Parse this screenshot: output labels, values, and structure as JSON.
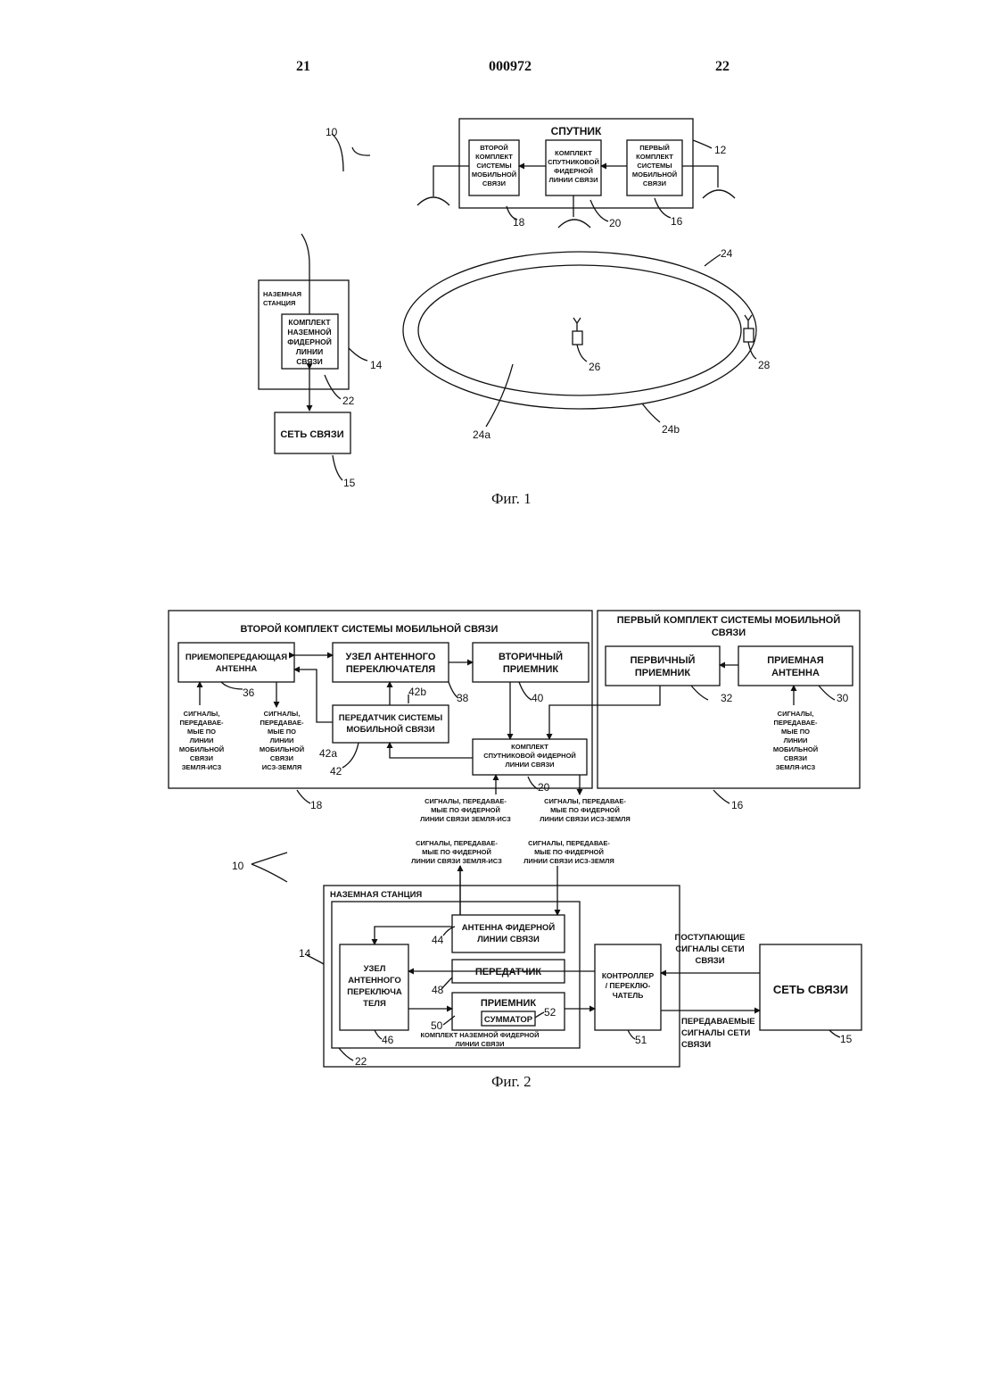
{
  "header": {
    "page_left": "21",
    "doc_number": "000972",
    "page_right": "22"
  },
  "fig1": {
    "caption": "Фиг. 1",
    "satellite_title": "СПУТНИК",
    "box_second": [
      "ВТОРОЙ",
      "КОМПЛЕКТ",
      "СИСТЕМЫ",
      "МОБИЛЬНОЙ",
      "СВЯЗИ"
    ],
    "box_feeder": [
      "КОМПЛЕКТ",
      "СПУТНИКОВОЙ",
      "ФИДЕРНОЙ",
      "ЛИНИИ СВЯЗИ"
    ],
    "box_first": [
      "ПЕРВЫЙ",
      "КОМПЛЕКТ",
      "СИСТЕМЫ",
      "МОБИЛЬНОЙ",
      "СВЯЗИ"
    ],
    "ground_title": [
      "НАЗЕМНАЯ",
      "СТАНЦИЯ"
    ],
    "ground_feeder": [
      "КОМПЛЕКТ",
      "НАЗЕМНОЙ",
      "ФИДЕРНОЙ",
      "ЛИНИИ",
      "СВЯЗИ"
    ],
    "network": "СЕТЬ  СВЯЗИ",
    "refs": {
      "r10": "10",
      "r12": "12",
      "r18": "18",
      "r20": "20",
      "r16": "16",
      "r24": "24",
      "r14": "14",
      "r22": "22",
      "r15": "15",
      "r26": "26",
      "r28": "28",
      "r24a": "24a",
      "r24b": "24b"
    }
  },
  "fig2": {
    "caption": "Фиг. 2",
    "second_kit_title": "ВТОРОЙ  КОМПЛЕКТ  СИСТЕМЫ  МОБИЛЬНОЙ  СВЯЗИ",
    "first_kit_title": [
      "ПЕРВЫЙ КОМПЛЕКТ СИСТЕМЫ МОБИЛЬНОЙ",
      "СВЯЗИ"
    ],
    "transceive_antenna": [
      "ПРИЕМОПЕРЕДАЮЩАЯ",
      "АНТЕННА"
    ],
    "antenna_switch": [
      "УЗЕЛ  АНТЕННОГО",
      "ПЕРЕКЛЮЧАТЕЛЯ"
    ],
    "secondary_receiver": [
      "ВТОРИЧНЫЙ",
      "ПРИЕМНИК"
    ],
    "primary_receiver": [
      "ПЕРВИЧНЫЙ",
      "ПРИЕМНИК"
    ],
    "receive_antenna": [
      "ПРИЕМНАЯ",
      "АНТЕННА"
    ],
    "mobile_transmitter": [
      "ПЕРЕДАТЧИК СИСТЕМЫ",
      "МОБИЛЬНОЙ СВЯЗИ"
    ],
    "sat_feeder_kit": [
      "КОМПЛЕКТ",
      "СПУТНИКОВОЙ ФИДЕРНОЙ",
      "ЛИНИИ СВЯЗИ"
    ],
    "sig_up_left": [
      "СИГНАЛЫ,",
      "ПЕРЕДАВАЕ-",
      "МЫЕ ПО",
      "ЛИНИИ",
      "МОБИЛЬНОЙ",
      "СВЯЗИ",
      "ЗЕМЛЯ-ИСЗ"
    ],
    "sig_down_left": [
      "СИГНАЛЫ,",
      "ПЕРЕДАВАЕ-",
      "МЫЕ ПО",
      "ЛИНИИ",
      "МОБИЛЬНОЙ",
      "СВЯЗИ",
      "ИСЗ-ЗЕМЛЯ"
    ],
    "sig_up_right": [
      "СИГНАЛЫ,",
      "ПЕРЕДАВАЕ-",
      "МЫЕ ПО",
      "ЛИНИИ",
      "МОБИЛЬНОЙ",
      "СВЯЗИ",
      "ЗЕМЛЯ-ИСЗ"
    ],
    "feeder_sig_up": [
      "СИГНАЛЫ, ПЕРЕДАВАЕ-",
      "МЫЕ ПО ФИДЕРНОЙ",
      "ЛИНИИ СВЯЗИ ЗЕМЛЯ-ИСЗ"
    ],
    "feeder_sig_down": [
      "СИГНАЛЫ,  ПЕРЕДАВАЕ-",
      "МЫЕ  ПО  ФИДЕРНОЙ",
      "ЛИНИИ СВЯЗИ ИСЗ-ЗЕМЛЯ"
    ],
    "ground_station_title": "НАЗЕМНАЯ СТАНЦИЯ",
    "feeder_antenna": [
      "АНТЕННА ФИДЕРНОЙ",
      "ЛИНИИ СВЯЗИ"
    ],
    "ground_switch": [
      "УЗЕЛ",
      "АНТЕННОГО",
      "ПЕРЕКЛЮЧА",
      "ТЕЛЯ"
    ],
    "transmitter": "ПЕРЕДАТЧИК",
    "receiver": "ПРИЕМНИК",
    "combiner": "СУММАТОР",
    "ground_feeder_kit": [
      "КОМПЛЕКТ  НАЗЕМНОЙ  ФИДЕРНОЙ",
      "ЛИНИИ СВЯЗИ"
    ],
    "controller": [
      "КОНТРОЛЛЕР",
      "/ ПЕРЕКЛЮ-",
      "ЧАТЕЛЬ"
    ],
    "network": "СЕТЬ СВЯЗИ",
    "incoming": [
      "ПОСТУПАЮЩИЕ",
      "СИГНАЛЫ СЕТИ",
      "СВЯЗИ"
    ],
    "outgoing": [
      "ПЕРЕДАВАЕМЫЕ",
      "СИГНАЛЫ СЕТИ",
      "СВЯЗИ"
    ],
    "refs": {
      "r10": "10",
      "r14": "14",
      "r15": "15",
      "r16": "16",
      "r18": "18",
      "r20": "20",
      "r22": "22",
      "r30": "30",
      "r32": "32",
      "r36": "36",
      "r38": "38",
      "r40": "40",
      "r42": "42",
      "r42a": "42a",
      "r42b": "42b",
      "r44": "44",
      "r46": "46",
      "r48": "48",
      "r50": "50",
      "r51": "51",
      "r52": "52"
    }
  }
}
